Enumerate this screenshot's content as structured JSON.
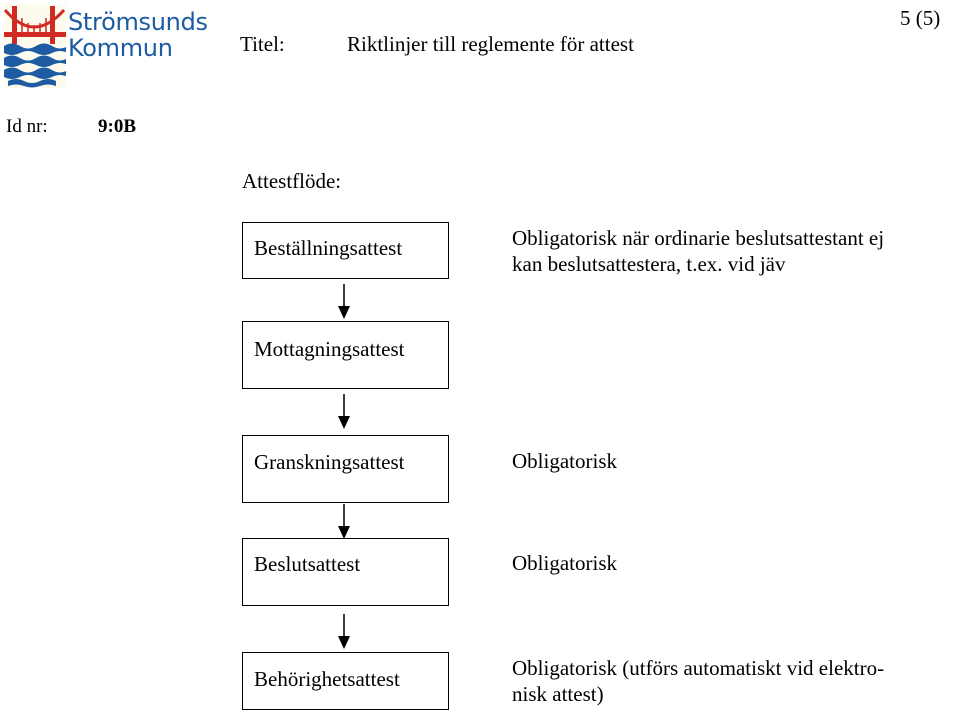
{
  "logo": {
    "name_line1": "Strömsunds",
    "name_line2": "Kommun"
  },
  "header": {
    "title_label": "Titel:",
    "title_value": "Riktlinjer till reglemente för attest",
    "page": "5 (5)",
    "id_label": "Id nr:",
    "id_value": "9:0B"
  },
  "section_title": "Attestflöde:",
  "flow": [
    {
      "label": "Beställningsattest",
      "note": [
        "Obligatorisk när ordinarie beslutsattestant ej",
        "kan beslutsattestera, t.ex. vid jäv"
      ]
    },
    {
      "label": "Mottagningsattest",
      "note": []
    },
    {
      "label": "Granskningsattest",
      "note": [
        "Obligatorisk"
      ]
    },
    {
      "label": "Beslutsattest",
      "note": [
        "Obligatorisk"
      ]
    },
    {
      "label": "Behörighetsattest",
      "note": [
        "Obligatorisk (utförs automatiskt vid elektro-",
        "nisk attest)"
      ]
    }
  ],
  "colors": {
    "logo_blue": "#1d5ba3",
    "logo_red": "#d02a22",
    "logo_bg": "#fdfbee"
  }
}
